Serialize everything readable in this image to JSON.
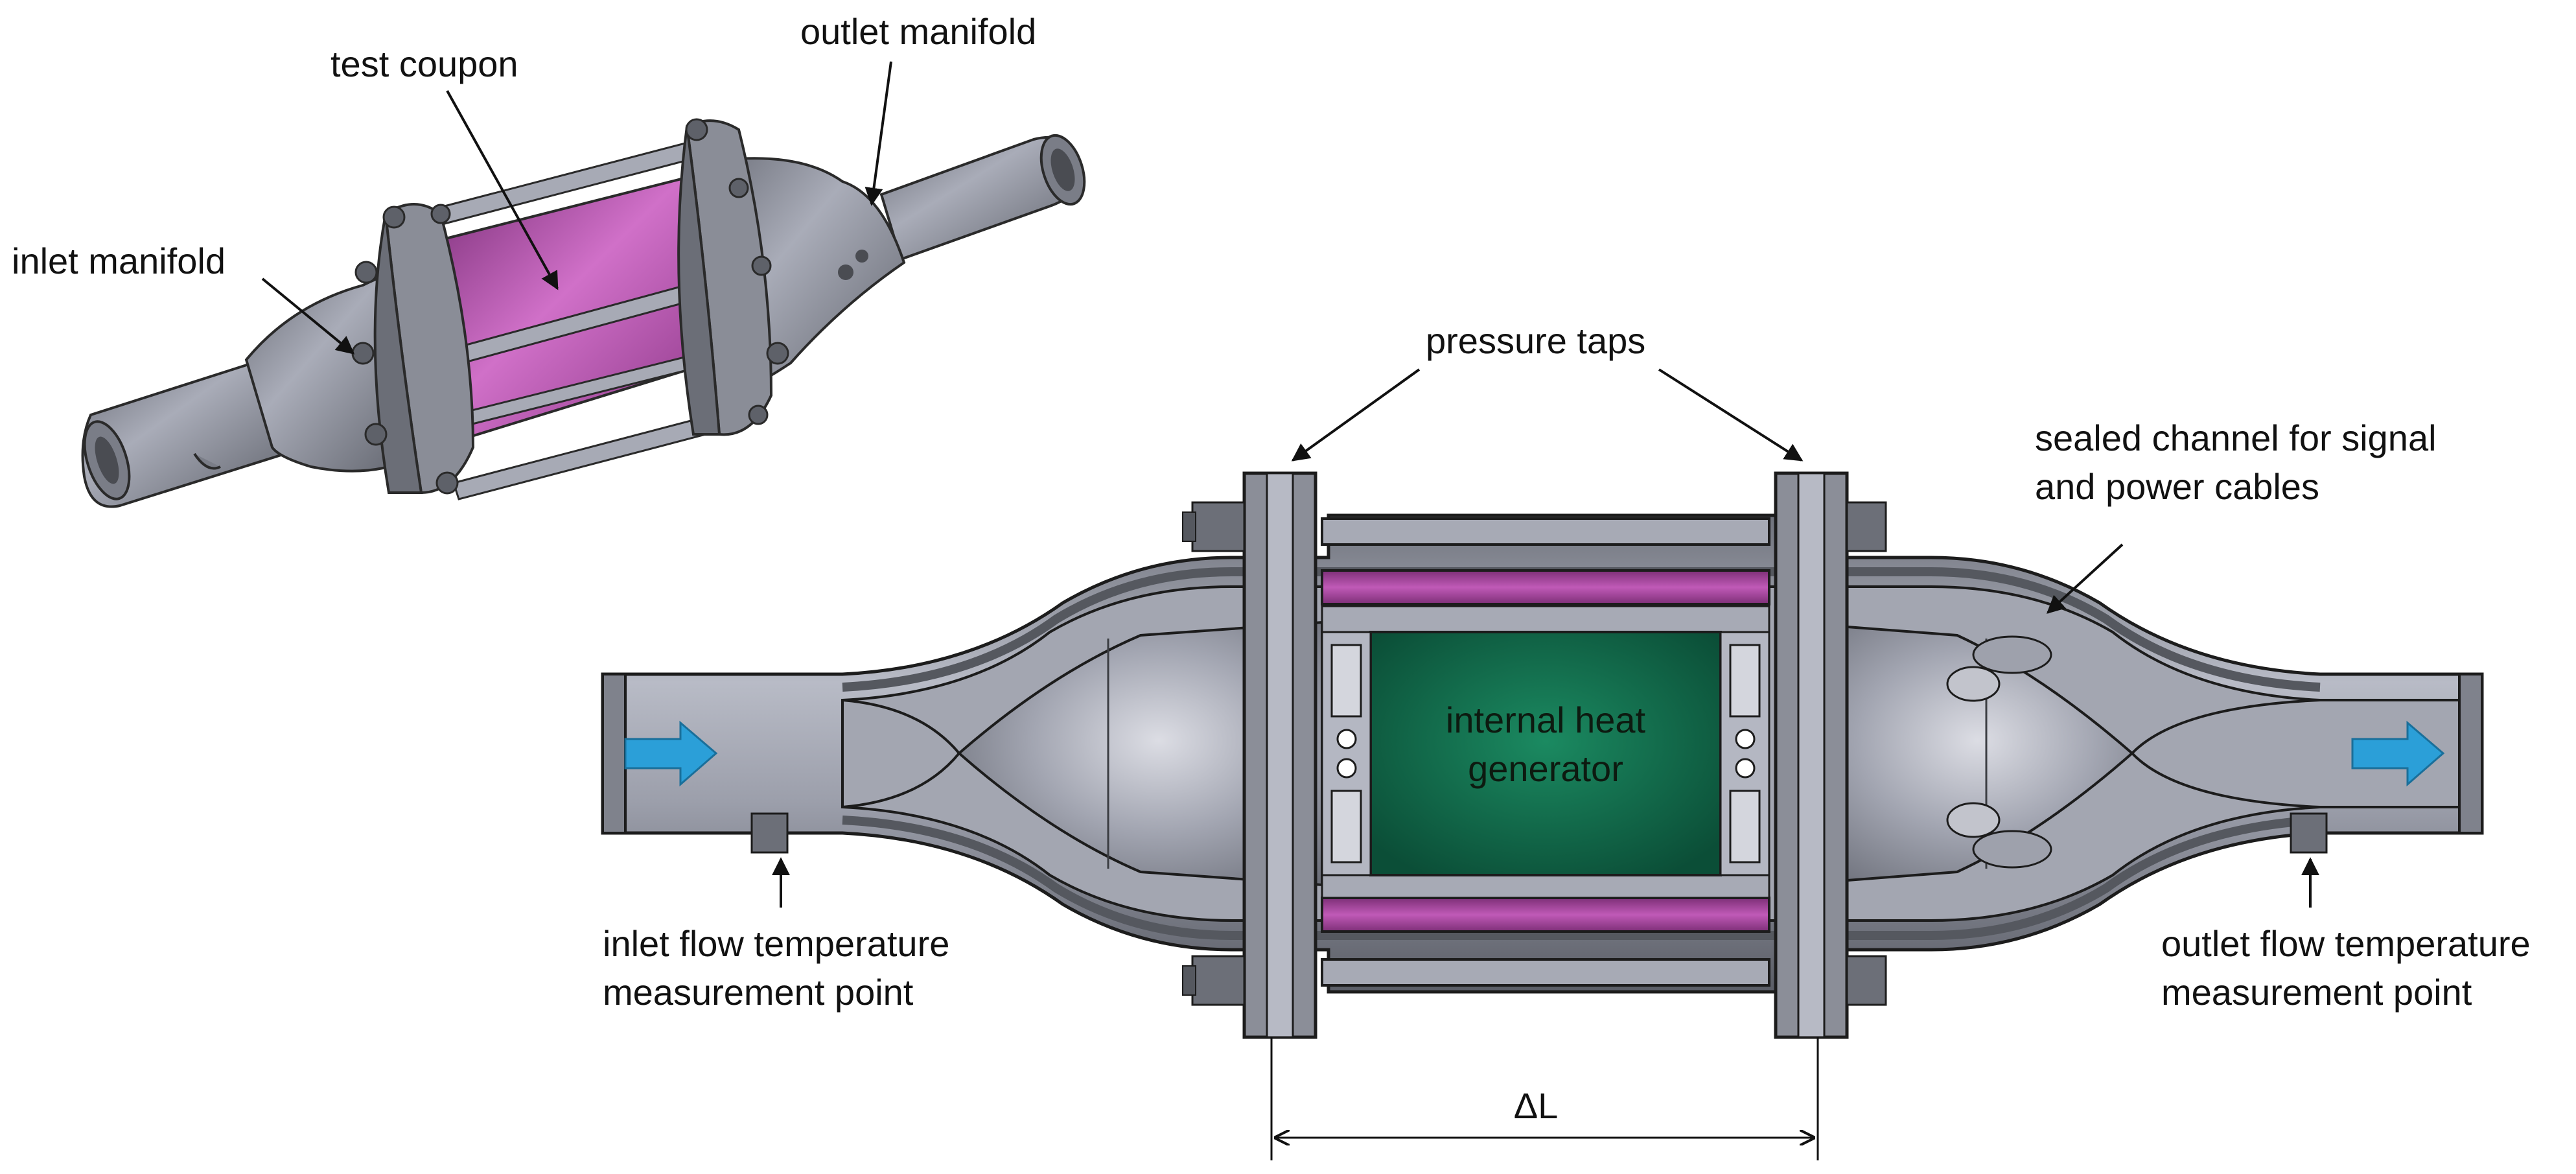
{
  "labels": {
    "test_coupon": "test coupon",
    "outlet_manifold": "outlet manifold",
    "inlet_manifold": "inlet manifold",
    "pressure_taps": "pressure taps",
    "sealed_channel_line1": "sealed channel for signal",
    "sealed_channel_line2": "and power cables",
    "internal_heat_line1": "internal heat",
    "internal_heat_line2": "generator",
    "inlet_temp_line1": "inlet flow temperature",
    "inlet_temp_line2": "measurement point",
    "outlet_temp_line1": "outlet flow temperature",
    "outlet_temp_line2": "measurement point",
    "delta_l": "ΔL"
  },
  "colors": {
    "metal": "#8c8f9c",
    "metal_light": "#b7bac6",
    "metal_dark": "#55585f",
    "coupon_magenta": "#b04aa8",
    "heat_generator_green": "#0f6b4c",
    "flow_arrow_blue": "#2b9fd8",
    "outline": "#1c1c1c"
  },
  "icons": {
    "flow_arrow": "right-arrow-icon"
  }
}
